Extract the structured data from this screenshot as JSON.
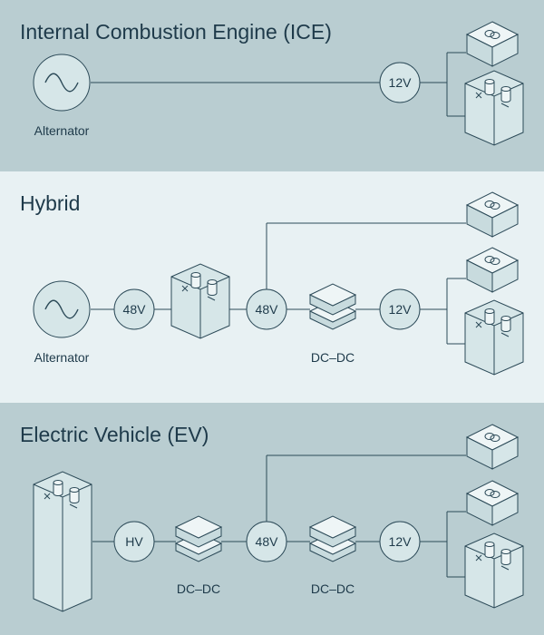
{
  "colors": {
    "section_bg_dark": "#b9cdd1",
    "section_bg_light": "#e8f1f3",
    "ink": "#1e3a4a",
    "component_fill": "#d6e6e8",
    "stroke": "#2c4a58"
  },
  "ice": {
    "title": "Internal Combustion Engine (ICE)",
    "alternator_label": "Alternator",
    "alternator_icon": "sine-wave-icon",
    "voltage_12": "12V",
    "loads": [
      "ecu-module-icon",
      "12v-battery-icon"
    ]
  },
  "hybrid": {
    "title": "Hybrid",
    "alternator_label": "Alternator",
    "alternator_icon": "sine-wave-icon",
    "voltage_48_a": "48V",
    "battery_icon": "48v-battery-icon",
    "voltage_48_b": "48V",
    "dcdc_label": "DC–DC",
    "voltage_12": "12V",
    "loads": [
      "48v-load-module-icon",
      "ecu-module-icon",
      "12v-battery-icon"
    ]
  },
  "ev": {
    "title": "Electric Vehicle (EV)",
    "battery_icon": "hv-battery-icon",
    "voltage_hv": "HV",
    "dcdc1_label": "DC–DC",
    "voltage_48": "48V",
    "dcdc2_label": "DC–DC",
    "voltage_12": "12V",
    "loads": [
      "48v-load-module-icon",
      "ecu-module-icon",
      "12v-battery-icon"
    ]
  }
}
